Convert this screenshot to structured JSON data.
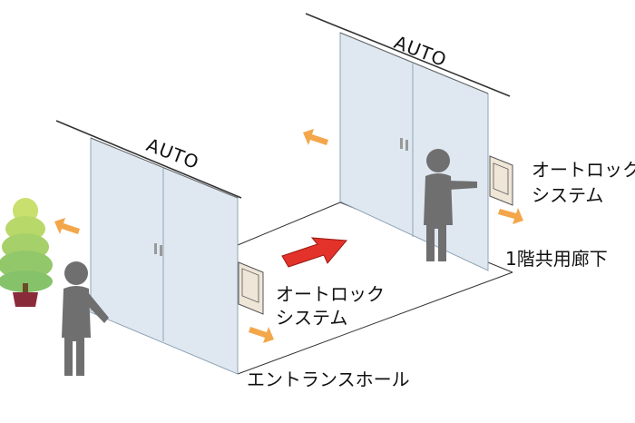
{
  "labels": {
    "auto_front": "AUTO",
    "auto_rear": "AUTO",
    "autolock_front_line1": "オートロック",
    "autolock_front_line2": "システム",
    "autolock_rear_line1": "オートロック",
    "autolock_rear_line2": "システム",
    "corridor": "1階共用廊下",
    "entrance_hall": "エントランスホール"
  },
  "colors": {
    "glass": "#dfe8f1",
    "glass_edge": "#8fa3b5",
    "orange_arrow": "#f3a64a",
    "red_arrow": "#e3322a",
    "person": "#6f6f6f",
    "tree_top": "#c9e06e",
    "tree_bottom": "#8fc86a",
    "pot": "#8a2b3a",
    "panel": "#efe6d8"
  },
  "icons": [
    "person-icon",
    "tree-icon",
    "keypad-icon",
    "arrow-icon"
  ]
}
